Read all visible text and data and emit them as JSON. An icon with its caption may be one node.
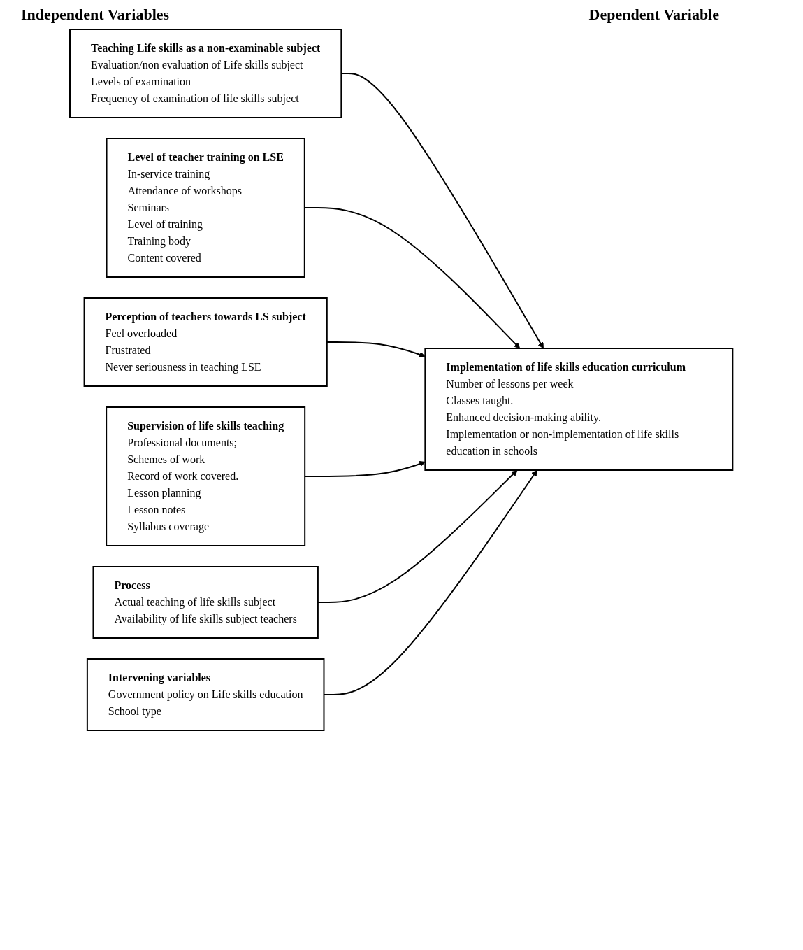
{
  "diagram": {
    "nodes": [
      {
        "text": [
          "Teaching Life skills as a non-examinable subject",
          "Evaluation/non evaluation of Life skills subject",
          "Levels of examination",
          "Frequency of examination of life skills subject"
        ]
      },
      {
        "text": [
          "Level of teacher training on LSE",
          "In-service training",
          "Attendance of workshops",
          "Seminars",
          "Level of training",
          "Training body",
          "Content covered"
        ]
      },
      {
        "text": [
          "Perception of teachers towards LS subject",
          "Feel overloaded",
          "Frustrated",
          "Never seriousness in teaching LSE"
        ]
      },
      {
        "text": [
          "Supervision of life skills teaching",
          "Professional documents;",
          "Schemes of work",
          "Record of work covered.",
          "Lesson planning",
          "Lesson notes",
          "Syllabus coverage"
        ]
      },
      {
        "text": [
          "Process",
          "Actual teaching of life skills subject",
          "Availability of life skills subject teachers"
        ]
      },
      {
        "text": [
          "Implementation of life skills education curriculum",
          "Number of lessons per week",
          "Classes taught.",
          "Enhanced decision-making ability.",
          "Implementation or non-implementation of life skills education in schools"
        ]
      },
      {
        "text": [
          "Intervening variables",
          "Government policy on Life skills education",
          "School type"
        ]
      }
    ],
    "edges": [
      {
        "from": 0,
        "to": 5,
        "arrow": "to"
      },
      {
        "from": 1,
        "to": 5,
        "arrow": "to"
      },
      {
        "from": 2,
        "to": 5,
        "arrow": "to"
      },
      {
        "from": 3,
        "to": 5,
        "arrow": "to"
      },
      {
        "from": 4,
        "to": 5,
        "arrow": "to"
      },
      {
        "from": 6,
        "to": 5,
        "arrow": "to"
      }
    ],
    "labels": [
      "Independent Variables",
      "Dependent Variable"
    ]
  }
}
